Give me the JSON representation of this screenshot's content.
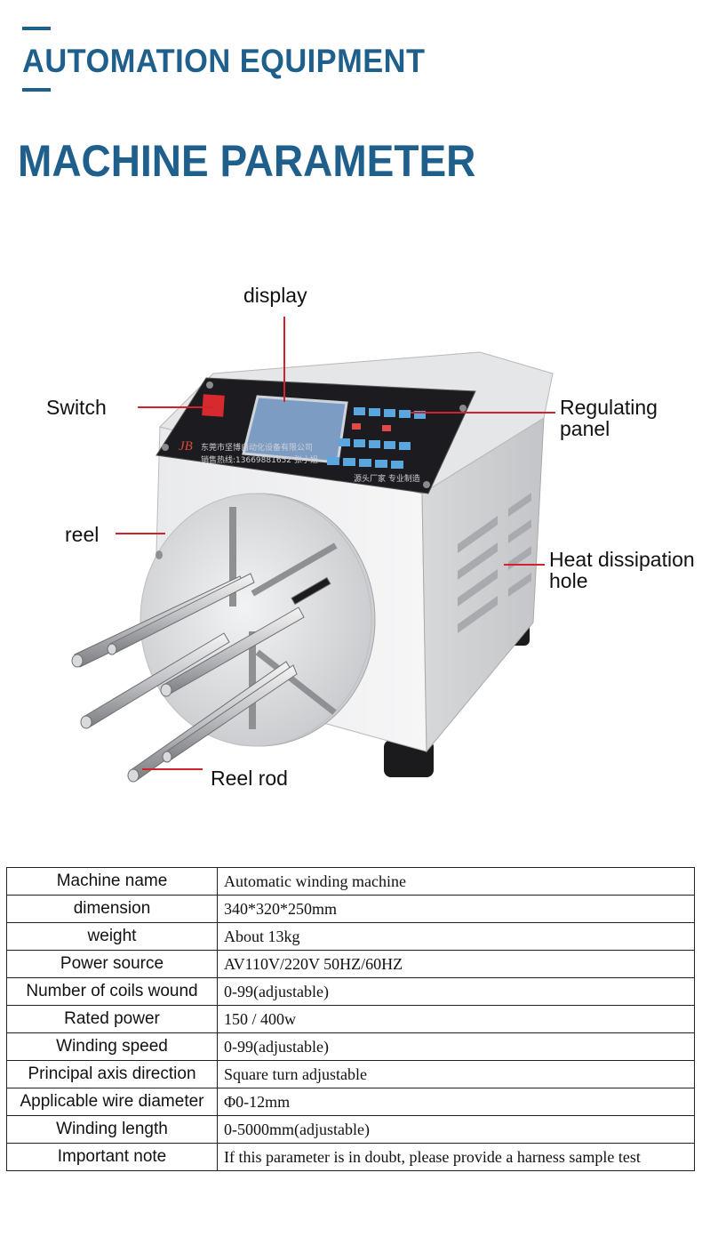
{
  "header": {
    "title": "AUTOMATION EQUIPMENT",
    "section_title": "MACHINE PARAMETER"
  },
  "diagram": {
    "labels": {
      "display": "display",
      "switch": "Switch",
      "regulating_panel_1": "Regulating",
      "regulating_panel_2": "panel",
      "reel": "reel",
      "heat_1": "Heat dissipation",
      "heat_2": "hole",
      "reel_rod": "Reel rod"
    },
    "panel_text": {
      "company": "东莞市坚博自动化设备有限公司",
      "hotline": "销售热线:13669881652 张小姐",
      "slogan": "源头厂家 专业制造",
      "logo": "JB"
    },
    "colors": {
      "accent": "#1f5f8b",
      "callout": "#d2232a"
    }
  },
  "params": {
    "rows": [
      {
        "key": "Machine name",
        "value": "Automatic winding machine"
      },
      {
        "key": "dimension",
        "value": "340*320*250mm"
      },
      {
        "key": "weight",
        "value": "About 13kg"
      },
      {
        "key": "Power source",
        "value": "AV110V/220V 50HZ/60HZ"
      },
      {
        "key": "Number of coils wound",
        "value": "0-99(adjustable)"
      },
      {
        "key": "Rated power",
        "value": "150 / 400w"
      },
      {
        "key": "Winding speed",
        "value": "0-99(adjustable)"
      },
      {
        "key": "Principal axis direction",
        "value": "Square turn adjustable"
      },
      {
        "key": "Applicable wire diameter",
        "value": "Φ0-12mm"
      },
      {
        "key": "Winding length",
        "value": "0-5000mm(adjustable)"
      },
      {
        "key": "Important note",
        "value": "If this parameter is in doubt, please provide a harness sample test"
      }
    ]
  }
}
